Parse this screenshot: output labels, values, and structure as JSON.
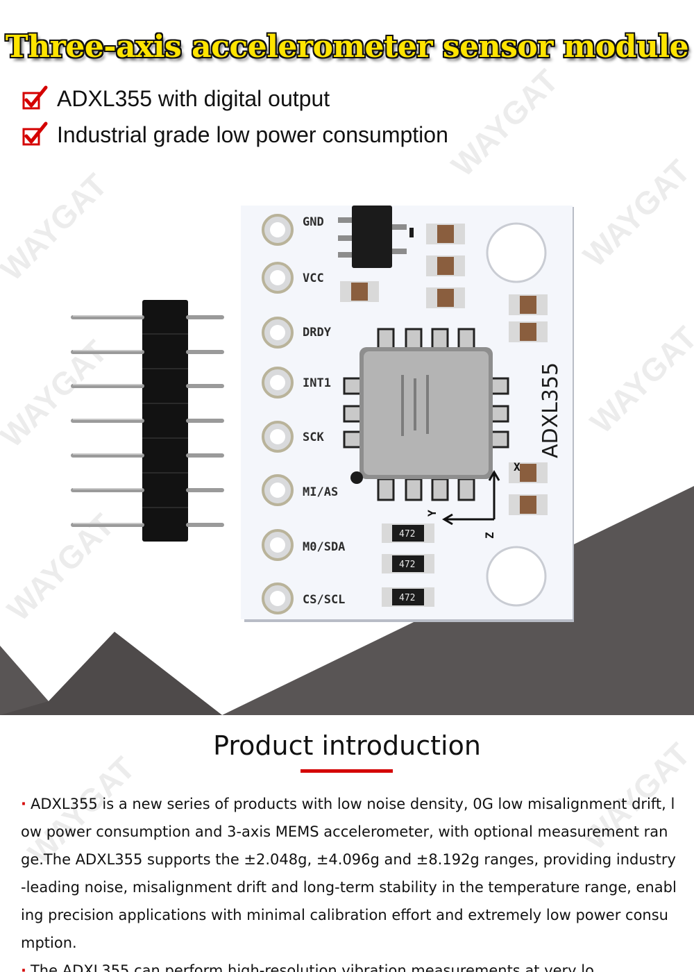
{
  "header": {
    "title": "Three-axis accelerometer sensor module",
    "features": [
      "ADXL355 with digital output",
      "Industrial grade low power consumption"
    ]
  },
  "board": {
    "pin_labels": [
      "GND",
      "VCC",
      "DRDY",
      "INT1",
      "SCK",
      "MI/AS",
      "M0/SDA",
      "CS/SCL"
    ],
    "chip_label": "ADXL355",
    "resistor_labels": [
      "472",
      "472",
      "472"
    ],
    "axis_labels": [
      "X",
      "Y",
      "Z"
    ]
  },
  "watermark": "WAYGAT",
  "intro": {
    "title": "Product introduction",
    "paragraphs": [
      "ADXL355 is a new series of products with low noise density, 0G low misalignment drift, low power consumption and 3-axis MEMS accelerometer, with optional measurement range.The ADXL355 supports the ±2.048g, ±4.096g and ±8.192g ranges, providing industry-leading noise, misalignment drift and long-term stability in the temperature range, enabling precision applications with minimal calibration effort and extremely low power consumption.",
      "The ADXL355 can perform high-resolution vibration measurements at very lo"
    ]
  },
  "colors": {
    "headline_fill": "#ffe400",
    "accent_red": "#d40000",
    "gray_shape": "#595555",
    "board_white": "#f4f6fb"
  }
}
